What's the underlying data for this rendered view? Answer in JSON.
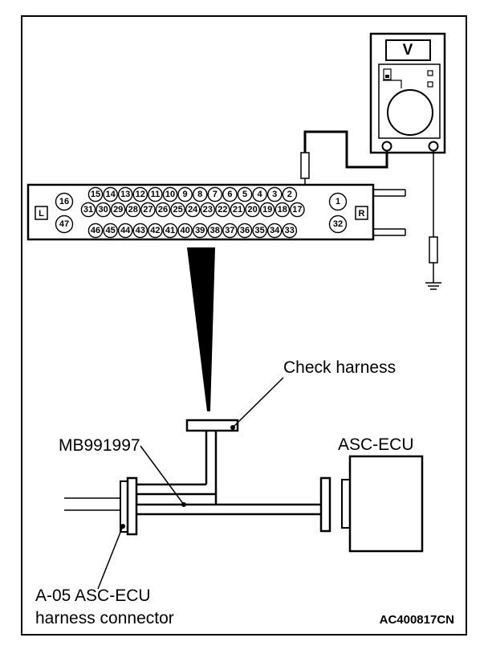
{
  "meter": {
    "display": "V"
  },
  "connector": {
    "side_left": "L",
    "side_right": "R",
    "left_pins": [
      "16",
      "47"
    ],
    "right_pins": [
      "1",
      "32"
    ],
    "row1": [
      "15",
      "14",
      "13",
      "12",
      "11",
      "10",
      "9",
      "8",
      "7",
      "6",
      "5",
      "4",
      "3",
      "2"
    ],
    "row2": [
      "31",
      "30",
      "29",
      "28",
      "27",
      "26",
      "25",
      "24",
      "23",
      "22",
      "21",
      "20",
      "19",
      "18",
      "17"
    ],
    "row3": [
      "46",
      "45",
      "44",
      "43",
      "42",
      "41",
      "40",
      "39",
      "38",
      "37",
      "36",
      "35",
      "34",
      "33"
    ]
  },
  "labels": {
    "check_harness": "Check harness",
    "tool": "MB991997",
    "ecu": "ASC-ECU",
    "connector_line1": "A-05 ASC-ECU",
    "connector_line2": "harness connector",
    "figure_code": "AC400817CN"
  }
}
